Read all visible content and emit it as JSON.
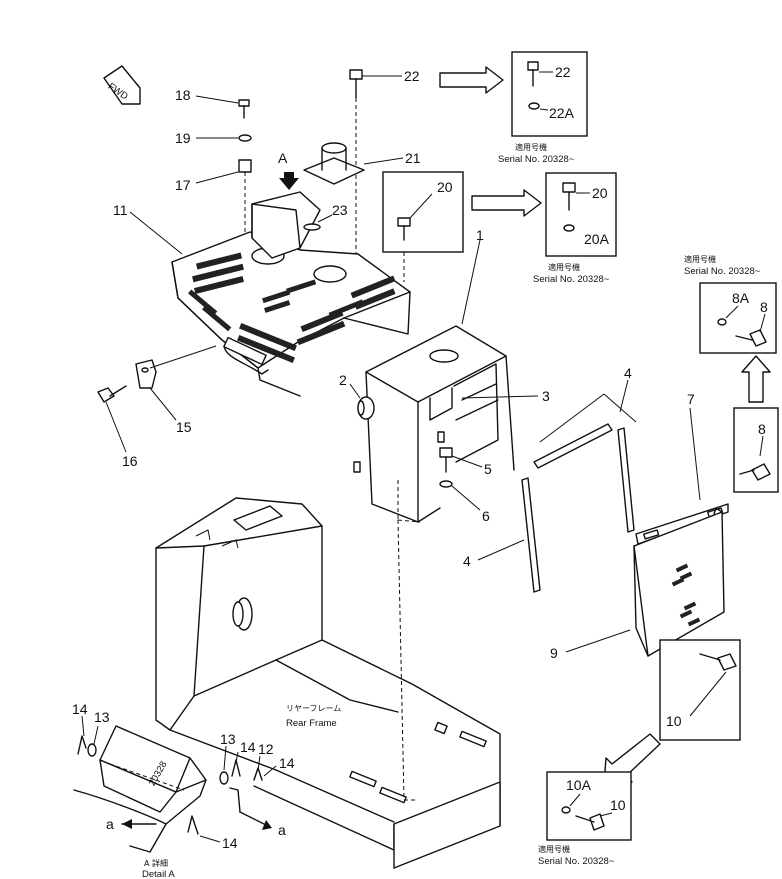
{
  "fwd_label": "FWD",
  "view_label": "A",
  "parts": {
    "p1": "1",
    "p2": "2",
    "p3": "3",
    "p4a": "4",
    "p4b": "4",
    "p5": "5",
    "p6": "6",
    "p7": "7",
    "p8": "8",
    "p9": "9",
    "p10": "10",
    "p11": "11",
    "p13a": "13",
    "p13b": "13",
    "p14a": "14",
    "p14b": "14",
    "p14c": "14",
    "p14d": "14",
    "p12": "12",
    "p15": "15",
    "p16": "16",
    "p17": "17",
    "p18": "18",
    "p19": "19",
    "p20": "20",
    "p21": "21",
    "p22": "22",
    "p23": "23"
  },
  "boxes": {
    "b22": {
      "part": "22",
      "alt_part": "22",
      "washer": "22A",
      "applicable_jp": "適用号機",
      "serial": "Serial No. 20328~"
    },
    "b20": {
      "part": "20",
      "alt_part": "20",
      "washer": "20A",
      "applicable_jp": "適用号機",
      "serial": "Serial No. 20328~"
    },
    "b8": {
      "part": "8",
      "alt_part": "8",
      "washer": "8A",
      "applicable_jp": "適用号機",
      "serial": "Serial No. 20328~"
    },
    "b10": {
      "part": "10",
      "alt_part": "10",
      "washer": "10A",
      "applicable_jp": "適用号機",
      "serial": "Serial No. 20328~"
    }
  },
  "rear_frame": {
    "jp": "リヤーフレーム",
    "en": "Rear Frame"
  },
  "detail": {
    "jp": "A 詳細",
    "en": "Detail A",
    "marker_a1": "a",
    "marker_a2": "a"
  }
}
